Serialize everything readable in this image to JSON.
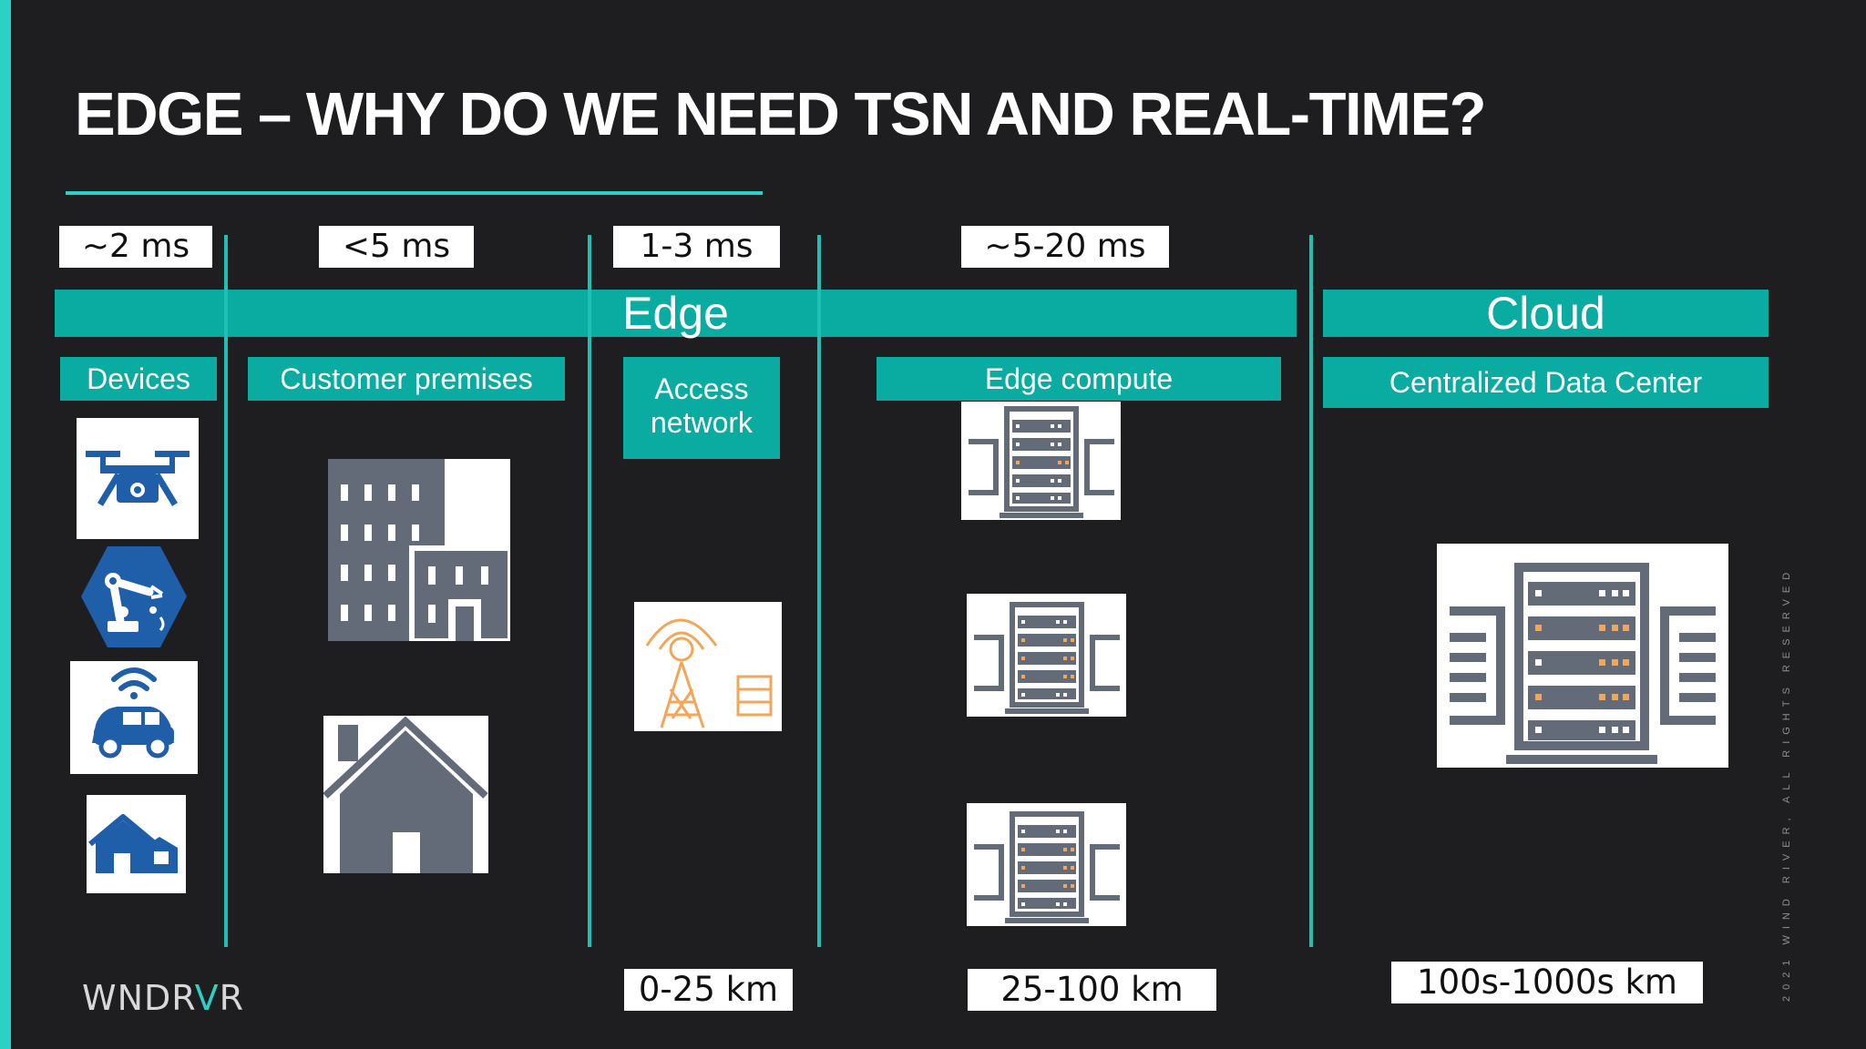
{
  "title": "EDGE – WHY DO WE NEED TSN AND REAL-TIME?",
  "latencies": [
    "~2 ms",
    "<5 ms",
    "1-3 ms",
    "~5-20 ms"
  ],
  "bands": {
    "edge": "Edge",
    "cloud": "Cloud"
  },
  "sections": {
    "devices": "Devices",
    "customer_premises": "Customer premises",
    "access_network": "Access network",
    "edge_compute": "Edge compute",
    "data_center": "Centralized Data Center"
  },
  "distances": [
    "0-25 km",
    "25-100 km",
    "100s-1000s km"
  ],
  "logo": {
    "part1": "WNDR",
    "v": "V",
    "part2": "R"
  },
  "copyright": "2021 WIND RIVER, ALL RIGHTS RESERVED",
  "icons": [
    "drone-icon",
    "robot-arm-icon",
    "connected-car-icon",
    "smart-home-icon",
    "office-building-icon",
    "house-icon",
    "cell-tower-icon",
    "server-rack-icon"
  ],
  "colors": {
    "accent": "#2ad1c4",
    "band": "#0aaba1",
    "icon_blue": "#1f5ea8",
    "icon_gray": "#636b78",
    "icon_orange": "#f2a65a"
  }
}
